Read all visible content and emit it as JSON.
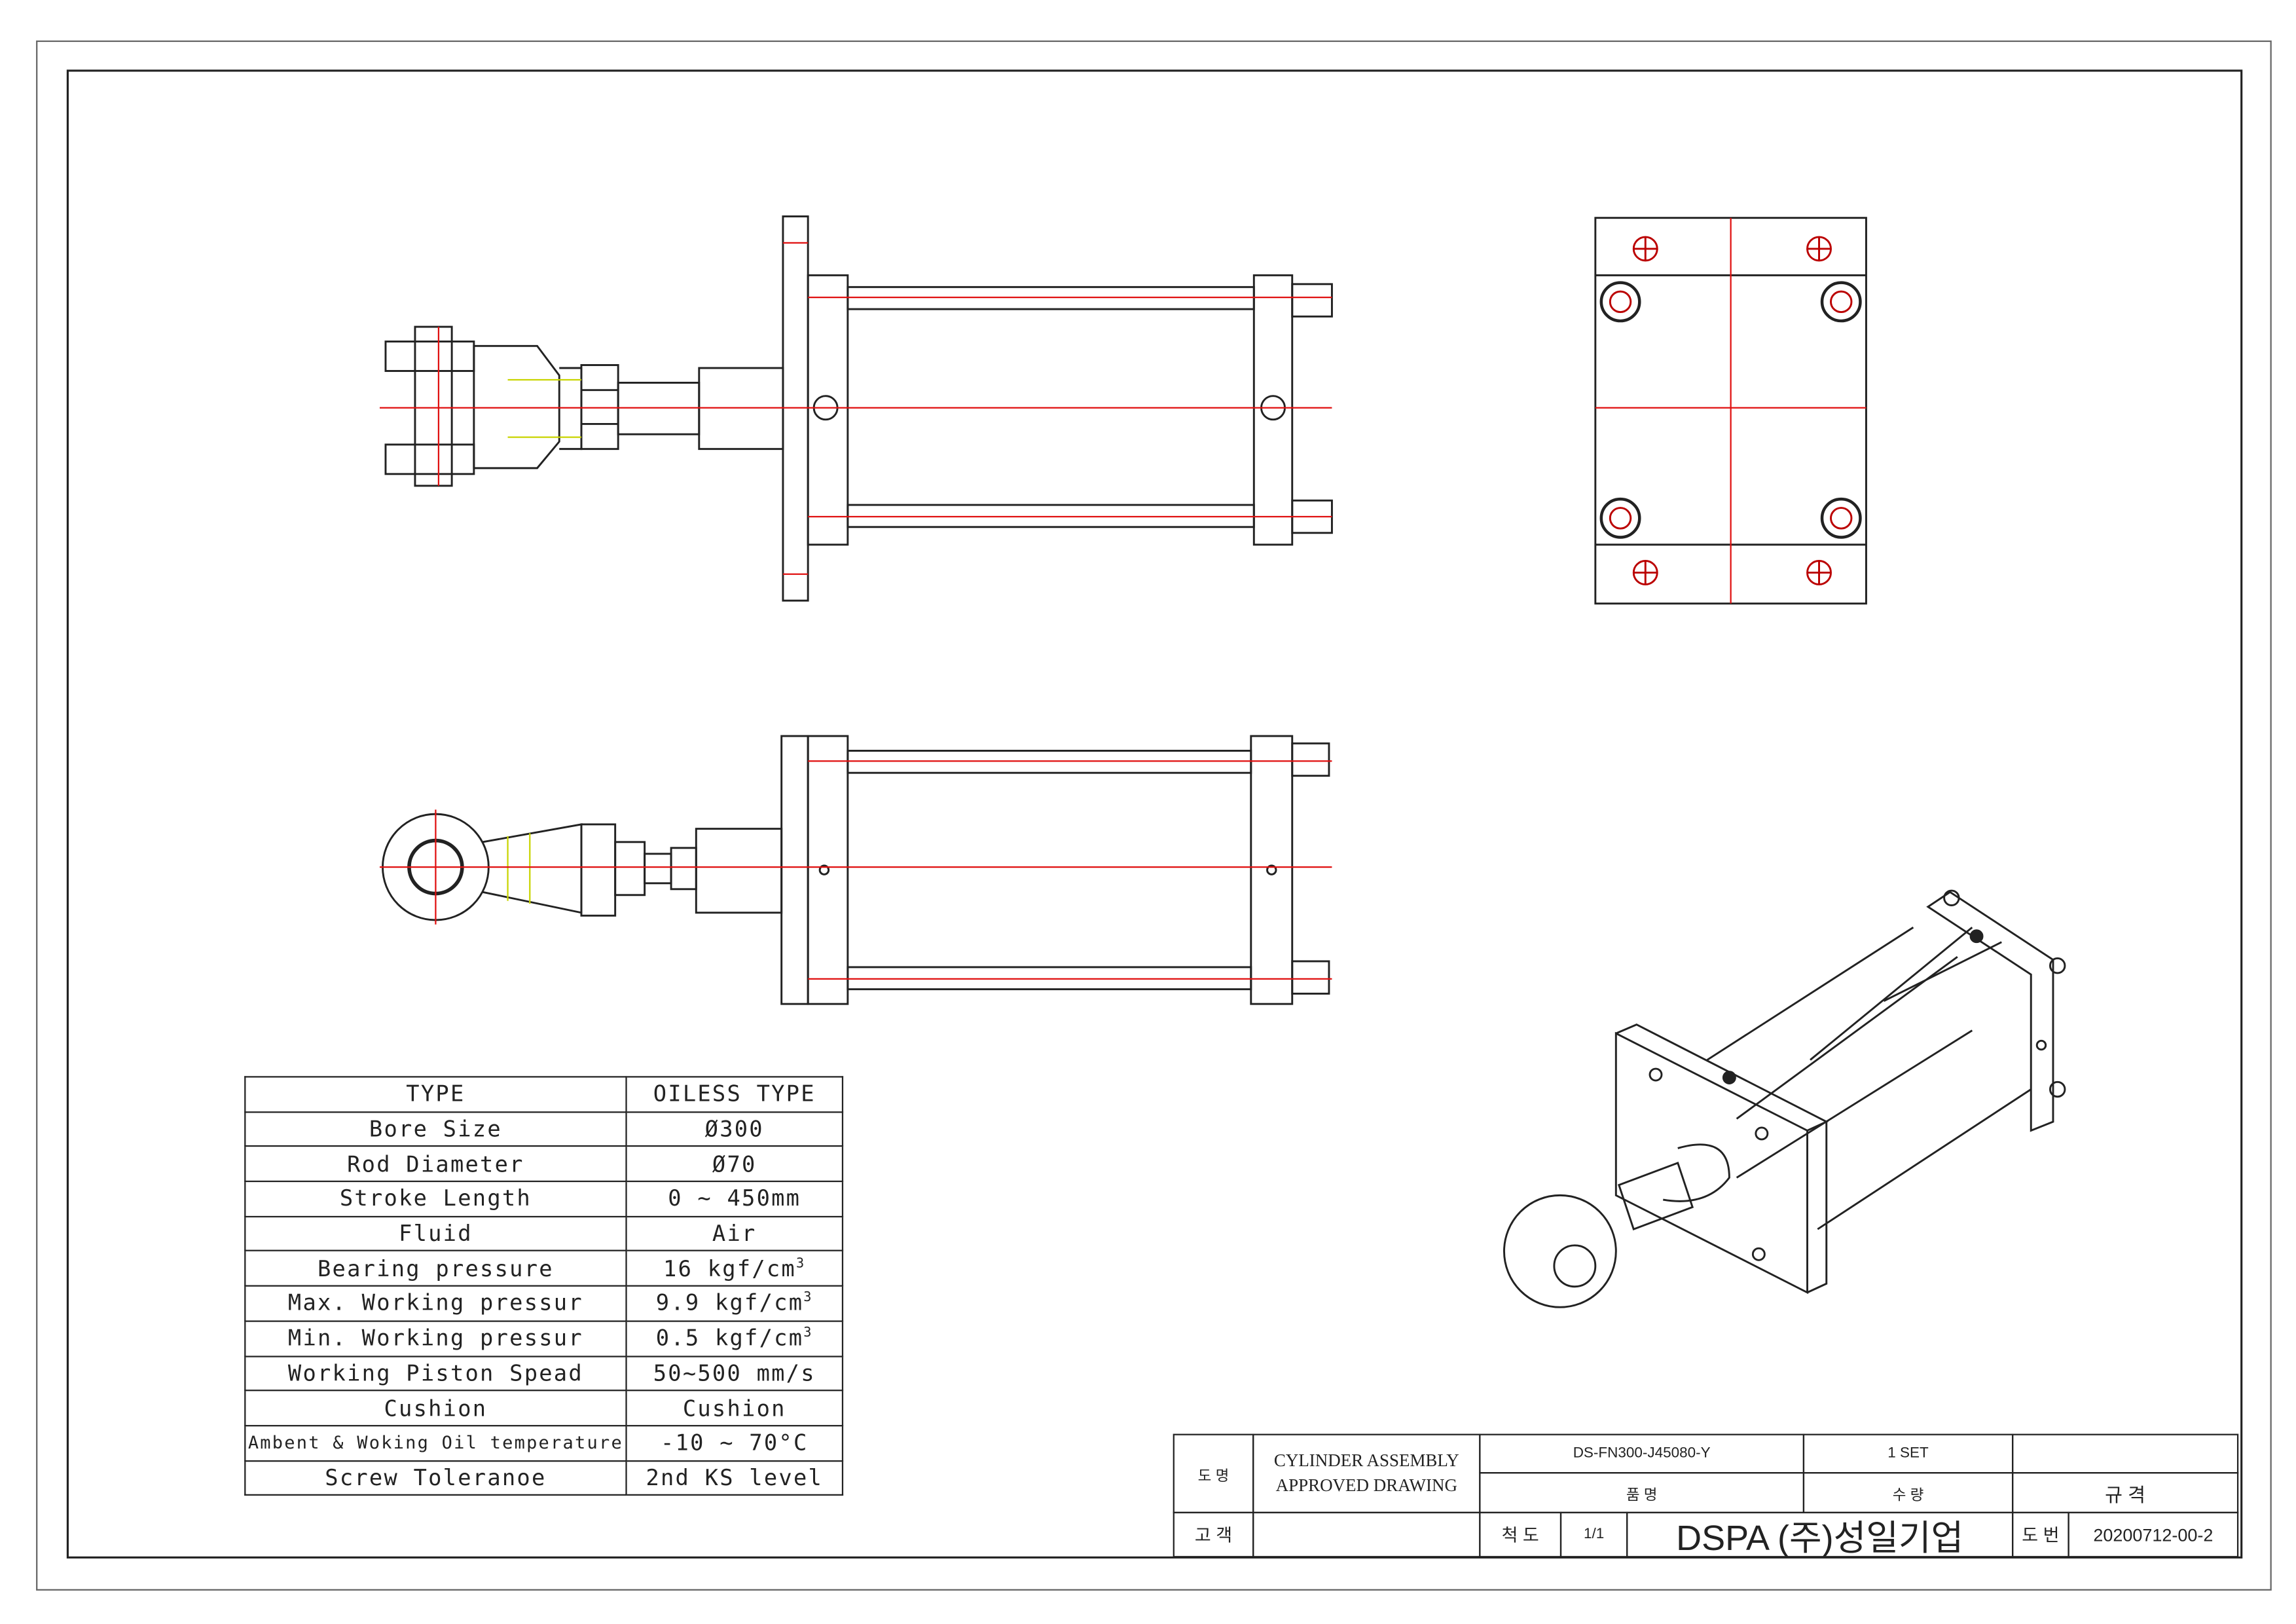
{
  "spec_table": {
    "rows": [
      {
        "label": "TYPE",
        "value": "OILESS TYPE"
      },
      {
        "label": "Bore Size",
        "value": "Ø300"
      },
      {
        "label": "Rod Diameter",
        "value": "Ø70"
      },
      {
        "label": "Stroke Length",
        "value": "0 ~ 450mm"
      },
      {
        "label": "Fluid",
        "value": "Air"
      },
      {
        "label": "Bearing pressure",
        "value": "16 kgf/cm",
        "sup": "3"
      },
      {
        "label": "Max. Working pressur",
        "value": "9.9 kgf/cm",
        "sup": "3"
      },
      {
        "label": "Min. Working pressur",
        "value": "0.5 kgf/cm",
        "sup": "3"
      },
      {
        "label": "Working Piston Spead",
        "value": "50~500 mm/s"
      },
      {
        "label": "Cushion",
        "value": "Cushion"
      },
      {
        "label": "Ambent & Woking Oil temperature",
        "value": "-10 ~ 70°C"
      },
      {
        "label": "Screw Toleranoe",
        "value": "2nd KS level"
      }
    ]
  },
  "title_block": {
    "drawing_name_label": "도 명",
    "drawing_name_line1": "CYLINDER ASSEMBLY",
    "drawing_name_line2": "APPROVED DRAWING",
    "part_number": "DS-FN300-J45080-Y",
    "quantity": "1 SET",
    "product_name_label": "품 명",
    "quantity_label": "수 량",
    "spec_label": "규 격",
    "customer_label": "고 객",
    "scale_label": "척 도",
    "scale": "1/1",
    "company": "DSPA (주)성일기업",
    "drawing_no_label": "도 번",
    "drawing_no": "20200712-00-2"
  },
  "colors": {
    "line": "#222222",
    "center": "#e01010",
    "hidden": "#c8d400"
  }
}
